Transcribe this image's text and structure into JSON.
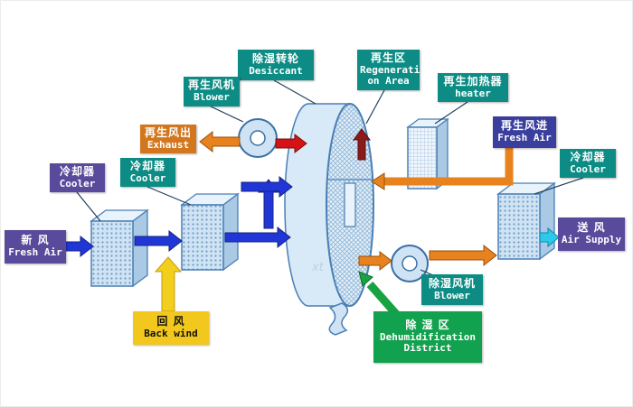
{
  "watermark": "xt",
  "colors": {
    "teal": "#0c8c84",
    "purple": "#5a4a9c",
    "navy": "#3a3f9e",
    "orange_box": "#d2771e",
    "yellow_box": "#f2c81e",
    "green_box": "#12a14e",
    "blue_arrow": "#2036d6",
    "yellow_arrow": "#f2cf1d",
    "orange_arrow": "#e8821e",
    "red_arrow": "#d41414",
    "dark_red_arrow": "#8b1a1a",
    "cyan_arrow": "#2cc9ec",
    "green_arrow": "#17a341",
    "leader": "#24415f"
  },
  "labels": {
    "desiccant": {
      "zh": "除湿转轮",
      "en": "Desiccant"
    },
    "regeneration_area": {
      "zh": "再生区",
      "en_line1": "Regenerati",
      "en_line2": "on Area"
    },
    "regen_blower": {
      "zh": "再生风机",
      "en": "Blower"
    },
    "regen_heater": {
      "zh": "再生加热器",
      "en": "heater"
    },
    "regen_exhaust": {
      "zh": "再生风出",
      "en": "Exhaust"
    },
    "regen_fresh_air": {
      "zh": "再生风进",
      "en": "Fresh Air"
    },
    "cooler_left": {
      "zh": "冷却器",
      "en": "Cooler"
    },
    "cooler_mid": {
      "zh": "冷却器",
      "en": "Cooler"
    },
    "cooler_right": {
      "zh": "冷却器",
      "en": "Cooler"
    },
    "fresh_air": {
      "zh": "新 风",
      "en": "Fresh Air"
    },
    "back_wind": {
      "zh": "回 风",
      "en": "Back wind"
    },
    "dehumid_blower": {
      "zh": "除湿风机",
      "en": "Blower"
    },
    "air_supply": {
      "zh": "送 风",
      "en": "Air Supply"
    },
    "dehumid_district": {
      "zh": "除 湿 区",
      "en_line1": "Dehumidification",
      "en_line2": "District"
    }
  }
}
